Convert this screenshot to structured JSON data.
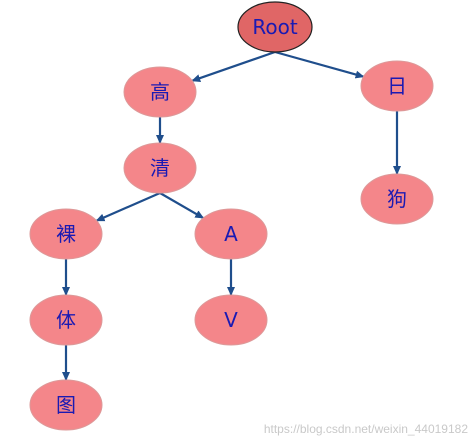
{
  "colors": {
    "node_fill": "#f4868a",
    "root_fill": "#e06666",
    "node_stroke": "#d99",
    "root_stroke": "#222222",
    "text": "#1a1ab3",
    "edge": "#1f4e8c"
  },
  "nodes": {
    "root": "Root",
    "gao": "高",
    "ri": "日",
    "qing": "清",
    "gou": "狗",
    "luo": "裸",
    "a": "A",
    "ti": "体",
    "v": "V",
    "tu": "图"
  },
  "edges": [
    [
      "root",
      "gao"
    ],
    [
      "root",
      "ri"
    ],
    [
      "gao",
      "qing"
    ],
    [
      "ri",
      "gou"
    ],
    [
      "qing",
      "luo"
    ],
    [
      "qing",
      "a"
    ],
    [
      "luo",
      "ti"
    ],
    [
      "a",
      "v"
    ],
    [
      "ti",
      "tu"
    ]
  ],
  "watermark": "https://blog.csdn.net/weixin_44019182"
}
